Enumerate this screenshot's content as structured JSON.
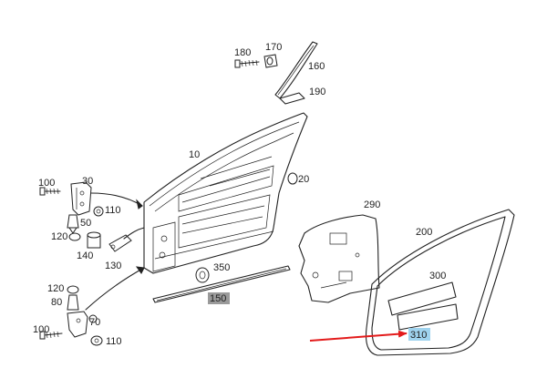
{
  "labels": {
    "l180": "180",
    "l170": "170",
    "l160": "160",
    "l190": "190",
    "l10": "10",
    "l20": "20",
    "l100a": "100",
    "l30": "30",
    "l110a": "110",
    "l50": "50",
    "l120a": "120",
    "l140": "140",
    "l130": "130",
    "l350": "350",
    "l150": "150",
    "l120b": "120",
    "l80": "80",
    "l100b": "100",
    "l70": "70",
    "l110b": "110",
    "l290": "290",
    "l200": "200",
    "l300": "300",
    "l310": "310"
  },
  "highlight": {
    "selected_part": "310",
    "selected_color": "#9fd3ee",
    "grey_part": "150",
    "grey_color": "#9a9a9a",
    "arrow_color": "#e31b1b"
  }
}
